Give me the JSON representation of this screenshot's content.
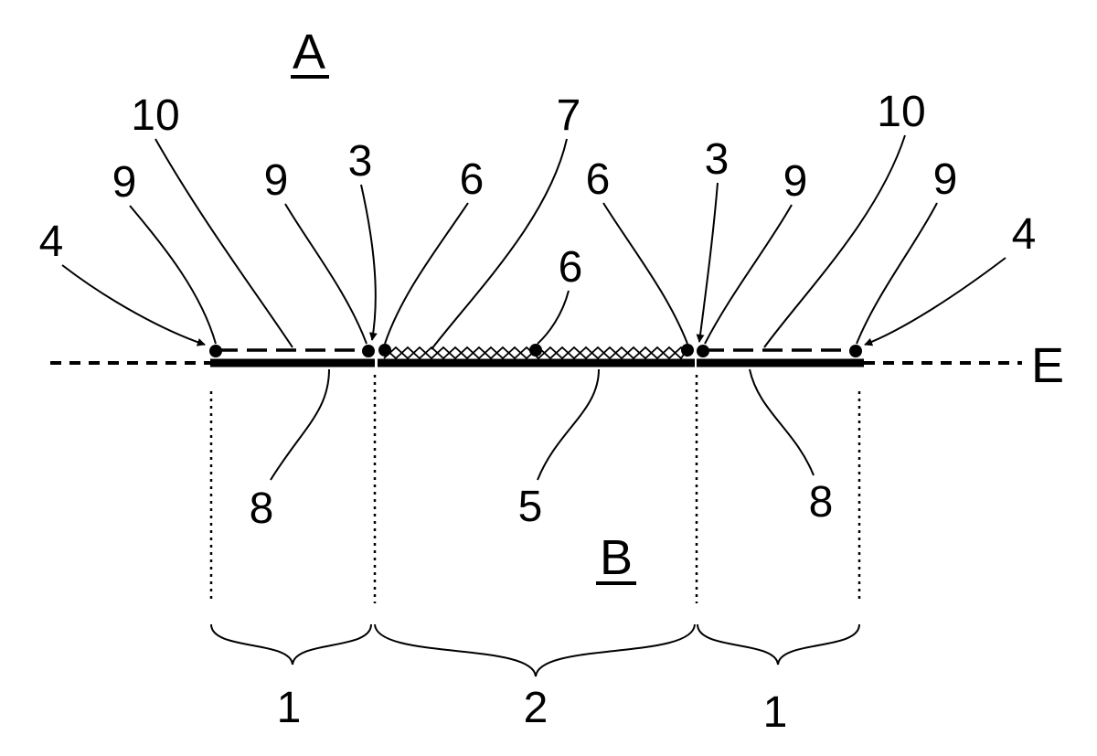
{
  "side_labels": {
    "top": "A",
    "bottom": "B"
  },
  "plane_label": "E",
  "labels": {
    "l4_left": "4",
    "l9_outer_left": "9",
    "l10_left": "10",
    "l9_inner_left": "9",
    "l3_left": "3",
    "l6_left": "6",
    "l7": "7",
    "l6_mid": "6",
    "l6_right": "6",
    "l3_right": "3",
    "l9_inner_right": "9",
    "l10_right": "10",
    "l9_outer_right": "9",
    "l4_right": "4",
    "l8_left": "8",
    "l5": "5",
    "l8_right": "8"
  },
  "section_labels": {
    "left": "1",
    "center": "2",
    "right": "1"
  },
  "colors": {
    "ink": "#000000",
    "background": "#ffffff"
  }
}
